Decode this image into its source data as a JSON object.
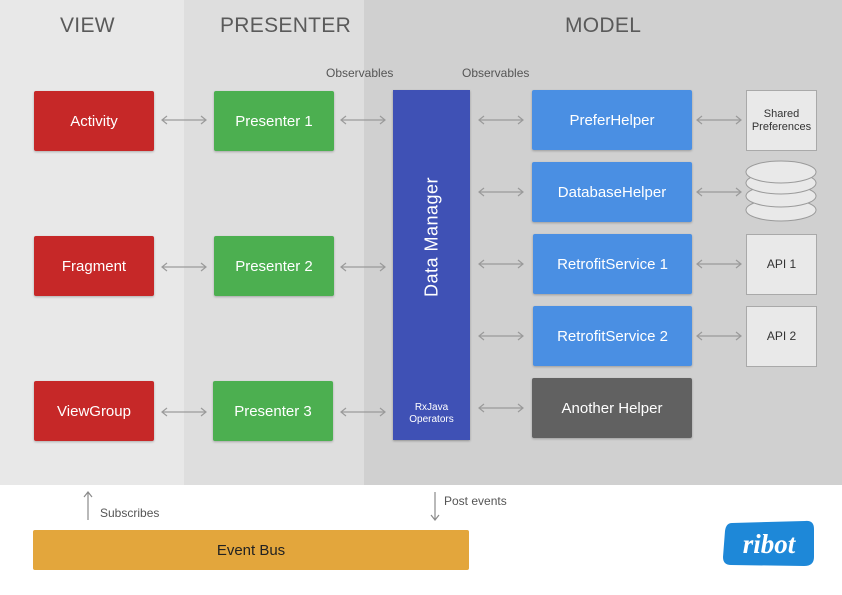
{
  "columns": {
    "view": "VIEW",
    "presenter": "PRESENTER",
    "model": "MODEL"
  },
  "observables_left": "Observables",
  "observables_right": "Observables",
  "view_items": [
    "Activity",
    "Fragment",
    "ViewGroup"
  ],
  "presenter_items": [
    "Presenter 1",
    "Presenter 2",
    "Presenter 3"
  ],
  "data_manager": {
    "title": "Data Manager",
    "operators": "RxJava\nOperators"
  },
  "helpers": [
    "PreferHelper",
    "DatabaseHelper",
    "RetrofitService 1",
    "RetrofitService 2",
    "Another Helper"
  ],
  "external": {
    "shared_prefs": "Shared\nPreferences",
    "api1": "API 1",
    "api2": "API 2"
  },
  "bus": {
    "label": "Event Bus",
    "subscribes": "Subscribes",
    "post_events": "Post events"
  },
  "logo_text": "ribot",
  "colors": {
    "view": "#c62828",
    "presenter": "#4caf50",
    "data_manager": "#3f51b5",
    "helper": "#4a8fe3",
    "another_helper": "#616161",
    "event_bus": "#e3a63c",
    "logo": "#1e88d8"
  }
}
